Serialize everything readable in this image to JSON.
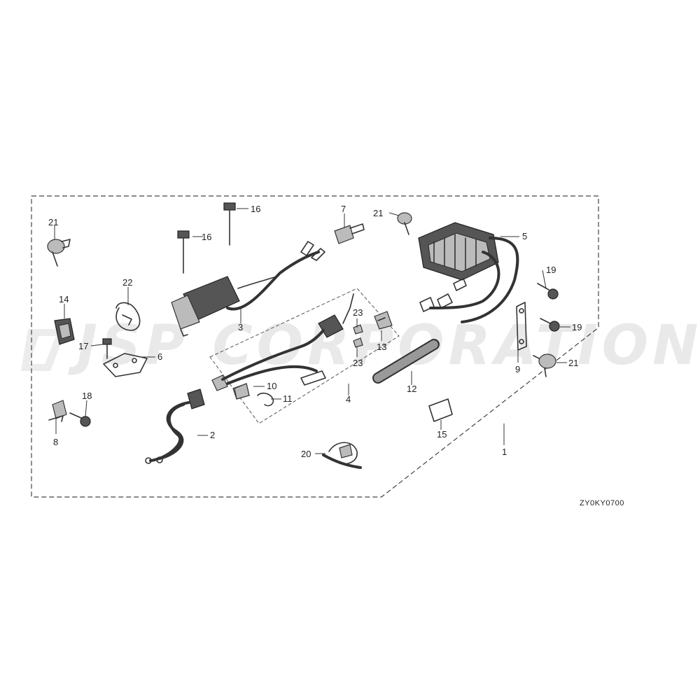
{
  "watermark": "JSP CORPORATION",
  "diagram_code": "ZY0KY0700",
  "callouts": {
    "c1": "1",
    "c2": "2",
    "c3": "3",
    "c4": "4",
    "c5": "5",
    "c6": "6",
    "c7": "7",
    "c8": "8",
    "c9": "9",
    "c10": "10",
    "c11": "11",
    "c12": "12",
    "c13": "13",
    "c14": "14",
    "c15": "15",
    "c16a": "16",
    "c16b": "16",
    "c17": "17",
    "c18": "18",
    "c19a": "19",
    "c19b": "19",
    "c20": "20",
    "c21a": "21",
    "c21b": "21",
    "c21c": "21",
    "c22": "22",
    "c23a": "23",
    "c23b": "23"
  }
}
